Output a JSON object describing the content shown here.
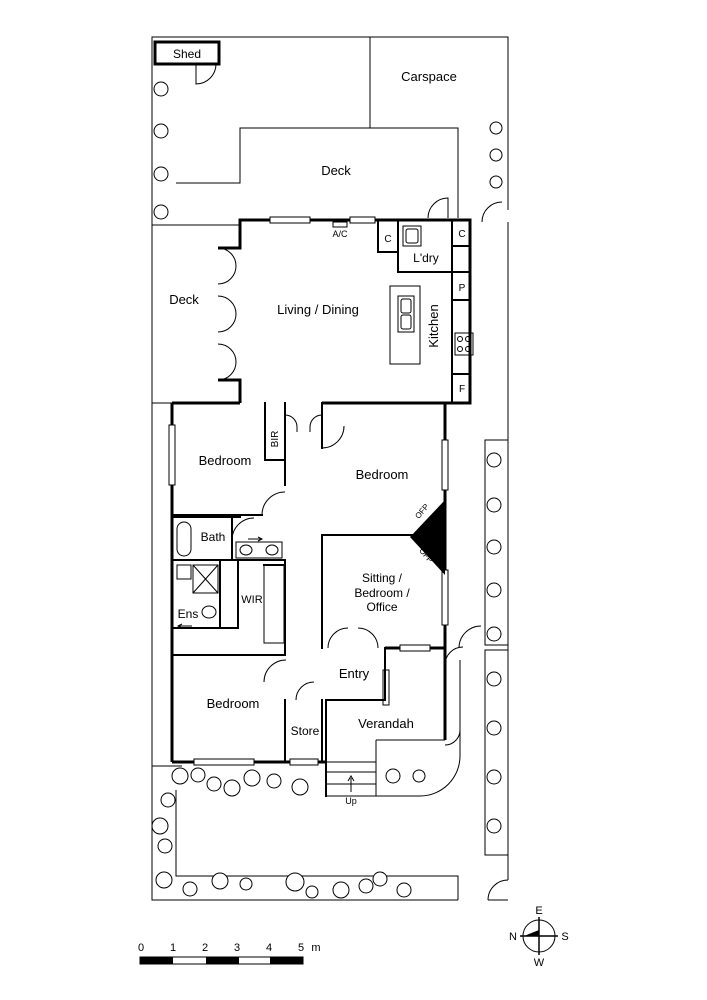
{
  "rooms": {
    "shed": "Shed",
    "carspace": "Carspace",
    "deck_top": "Deck",
    "deck_side": "Deck",
    "ac": "A/C",
    "laundry": "L'dry",
    "cupboard_c1": "C",
    "cupboard_c2": "C",
    "pantry": "P",
    "fridge": "F",
    "living_dining": "Living / Dining",
    "kitchen": "Kitchen",
    "bedroom_1": "Bedroom",
    "bir": "BIR",
    "bedroom_2": "Bedroom",
    "bath": "Bath",
    "ofp_top": "OFP",
    "ofp_bottom": "OFP",
    "sitting_line1": "Sitting /",
    "sitting_line2": "Bedroom /",
    "sitting_line3": "Office",
    "wir": "WIR",
    "ens": "Ens",
    "entry": "Entry",
    "bedroom_3": "Bedroom",
    "store": "Store",
    "verandah": "Verandah",
    "up": "Up"
  },
  "scale_bar": {
    "ticks": [
      "0",
      "1",
      "2",
      "3",
      "4",
      "5"
    ],
    "unit": "m"
  },
  "compass": {
    "north": "N",
    "east": "E",
    "south": "S",
    "west": "W"
  }
}
